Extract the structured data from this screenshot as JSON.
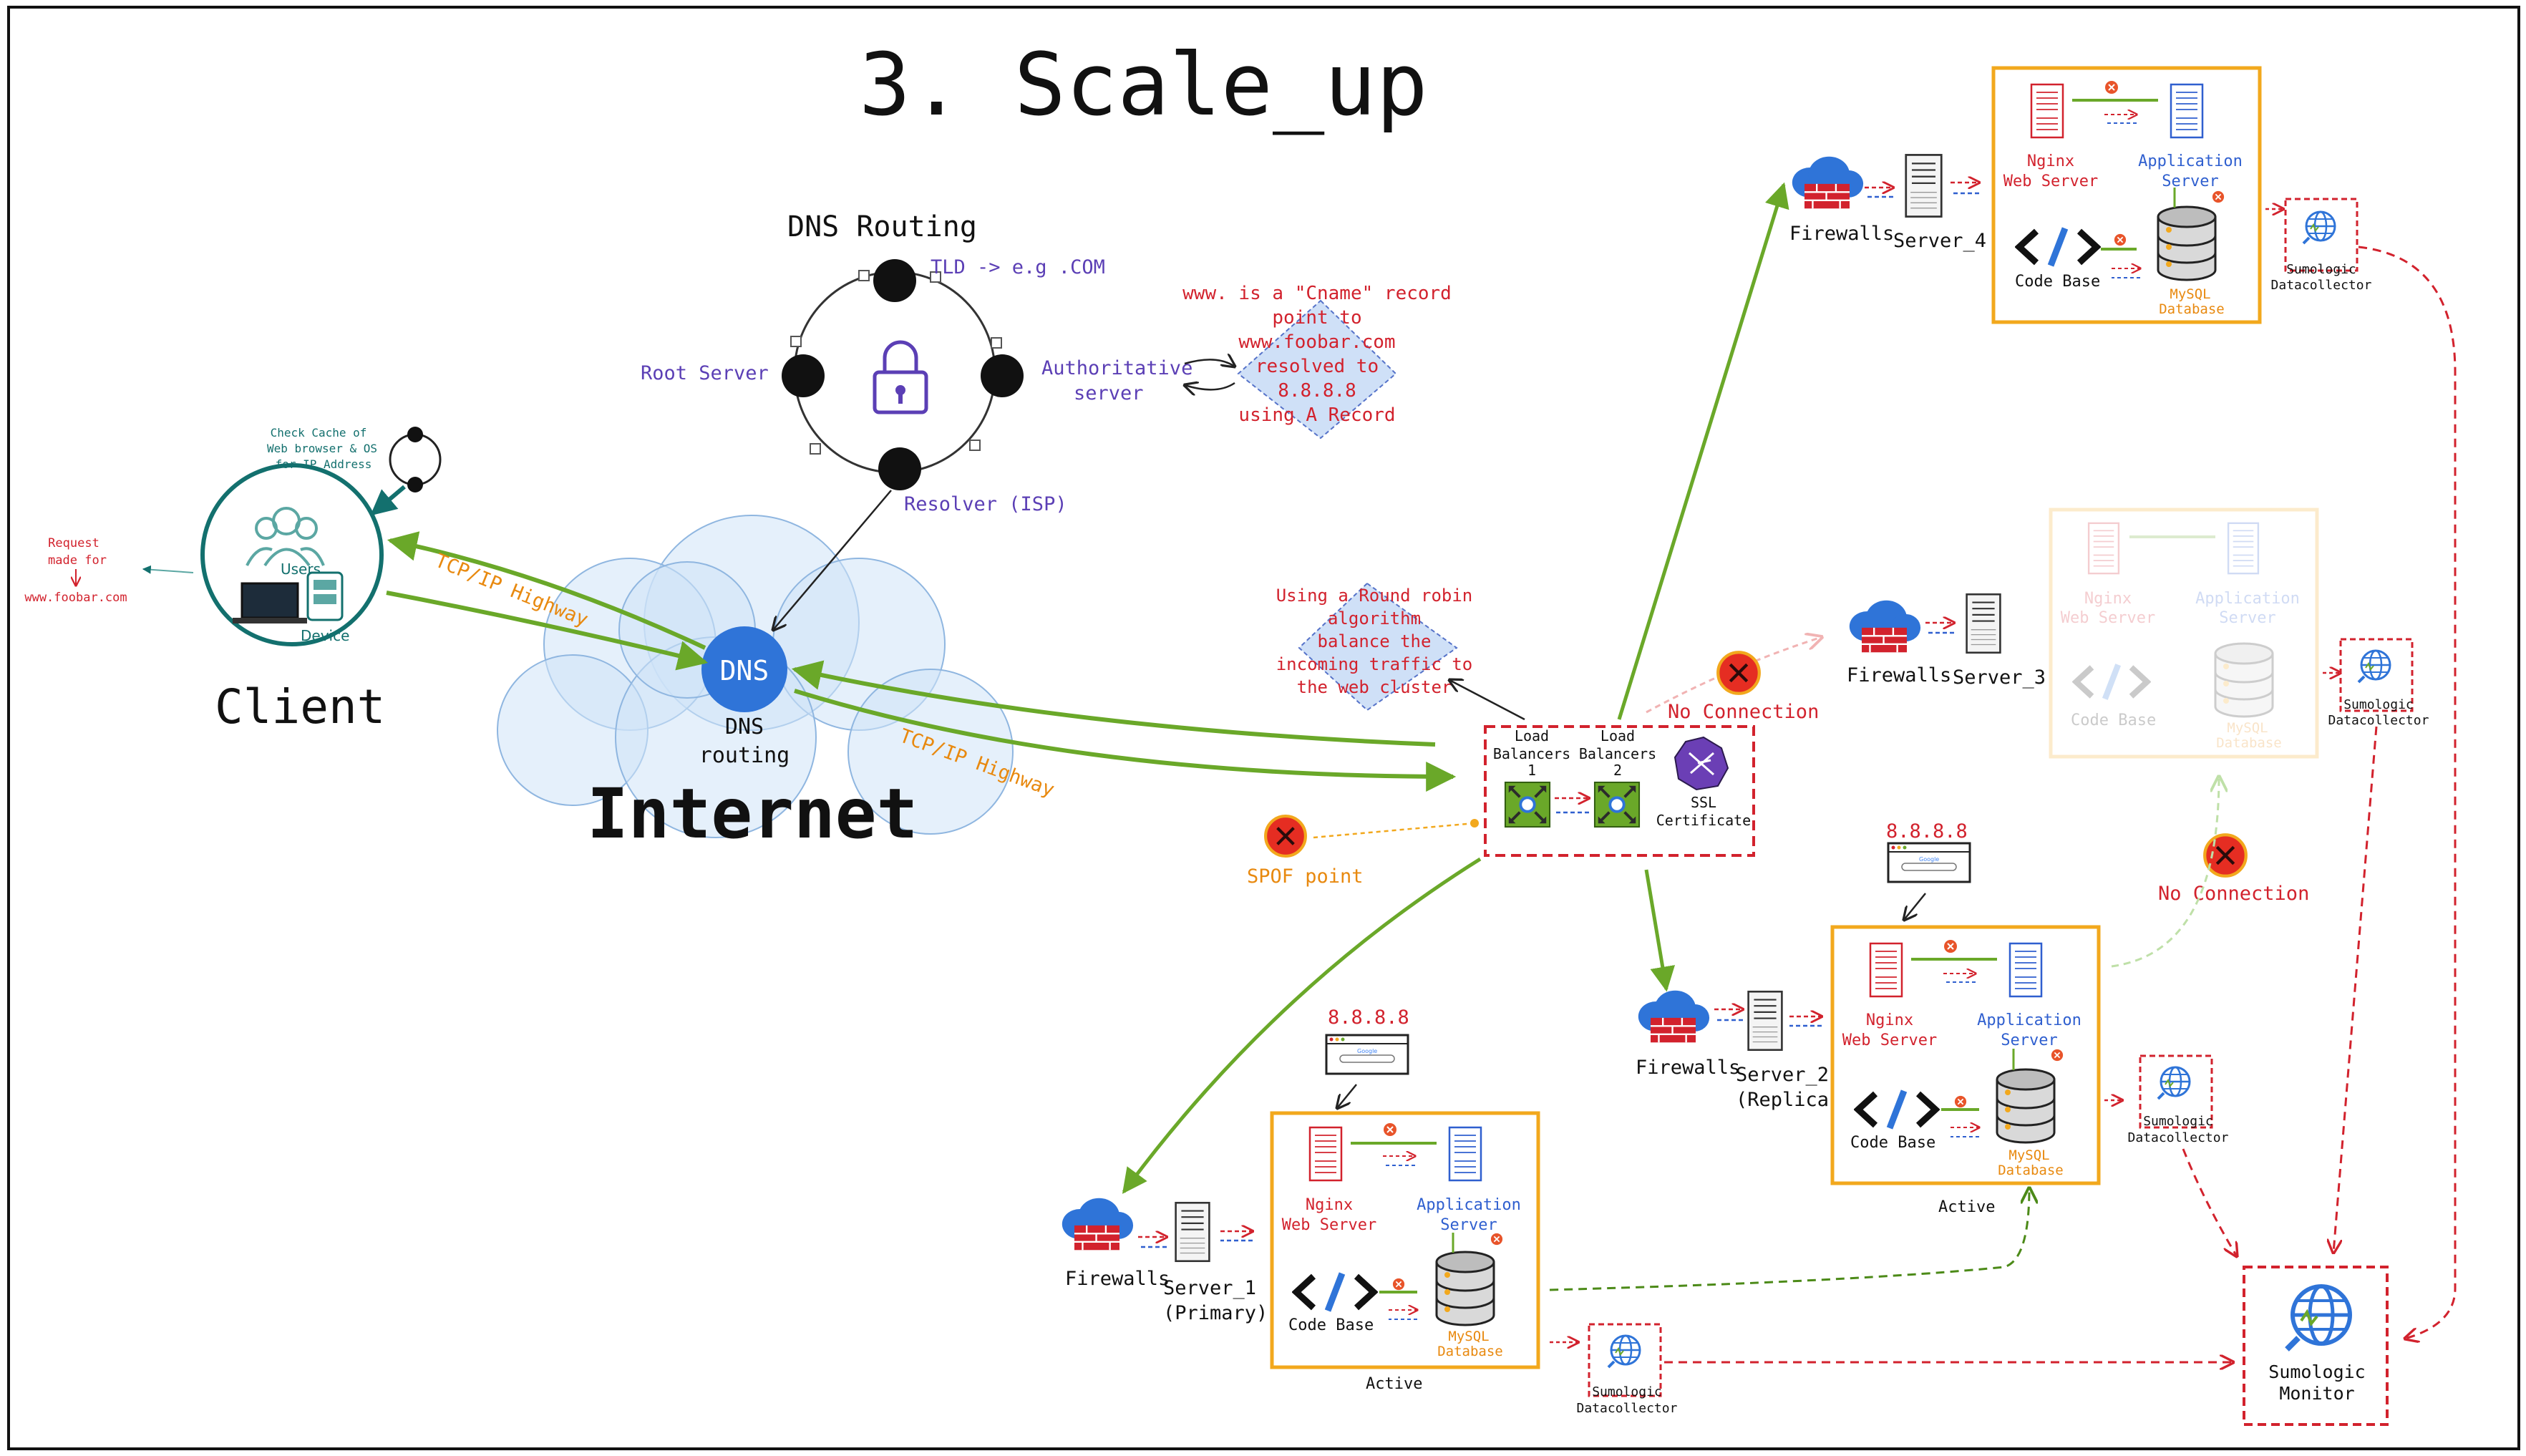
{
  "title": "3. Scale_up",
  "colors": {
    "green": "#6aa829",
    "red": "#d2222d",
    "orange": "#e8890f",
    "purple": "#5b3fb5",
    "blue": "#2f6fd6",
    "teal": "#13706e",
    "gold": "#f2a81d",
    "dark": "#111111"
  },
  "dns": {
    "heading": "DNS Routing",
    "tld": "TLD -> e.g .COM",
    "root_server": "Root Server",
    "authoritative_server": [
      "Authoritative",
      "server"
    ],
    "resolver": "Resolver (ISP)",
    "cname_note": [
      "www. is a \"Cname\" record",
      "point to",
      "www.foobar.com",
      "resolved to",
      "8.8.8.8",
      "using A Record"
    ]
  },
  "client": {
    "label": "Client",
    "users": "Users",
    "device": "Device",
    "cache_note": [
      "Check Cache of",
      "Web browser & OS",
      "for IP Address"
    ],
    "request_note": [
      "Request",
      "made for",
      "www.foobar.com"
    ]
  },
  "internet": {
    "label": "Internet",
    "dns_badge": "DNS",
    "dns_routing": [
      "DNS",
      "routing"
    ],
    "tcp_top": "TCP/IP Highway",
    "tcp_bottom": "TCP/IP Highway"
  },
  "lb": {
    "lb1": [
      "Load",
      "Balancers",
      "1"
    ],
    "lb2": [
      "Load",
      "Balancers",
      "2"
    ],
    "ssl": [
      "SSL",
      "Certificate"
    ],
    "round_robin_note": [
      "Using a Round robin",
      "algorithm",
      "balance the",
      "incoming traffic to",
      "the web cluster"
    ],
    "spof": "SPOF point"
  },
  "labels": {
    "firewalls": "Firewalls",
    "nginx": [
      "Nginx",
      "Web Server"
    ],
    "app_server": [
      "Application",
      "Server"
    ],
    "code_base": "Code Base",
    "mysql": [
      "MySQL",
      "Database"
    ],
    "sumologic_dc": [
      "Sumologic",
      "Datacollector"
    ],
    "ip": "8.8.8.8",
    "active": "Active",
    "no_connection": "No Connection"
  },
  "servers": {
    "s1": [
      "Server_1",
      "(Primary)"
    ],
    "s2": [
      "Server_2",
      "(Replica)"
    ],
    "s3": "Server_3",
    "s4": "Server_4"
  },
  "monitor": [
    "Sumologic",
    "Monitor"
  ]
}
